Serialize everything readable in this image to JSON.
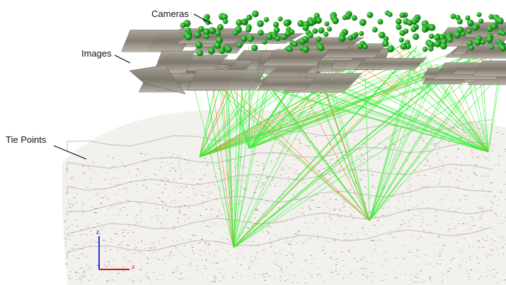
{
  "labels": {
    "cameras": "Cameras",
    "images": "Images",
    "tie_points": "Tie Points"
  },
  "axes": {
    "z": "z",
    "x": "x"
  },
  "colors": {
    "camera": "#22aa22",
    "ray": "#33ee33",
    "ray_secondary": "#ee8833",
    "image_plane": "#8f8a80",
    "tie_point": "#b9b3a8",
    "leader": "#000000",
    "axis_z": "#2233cc",
    "axis_x": "#dd1111"
  }
}
